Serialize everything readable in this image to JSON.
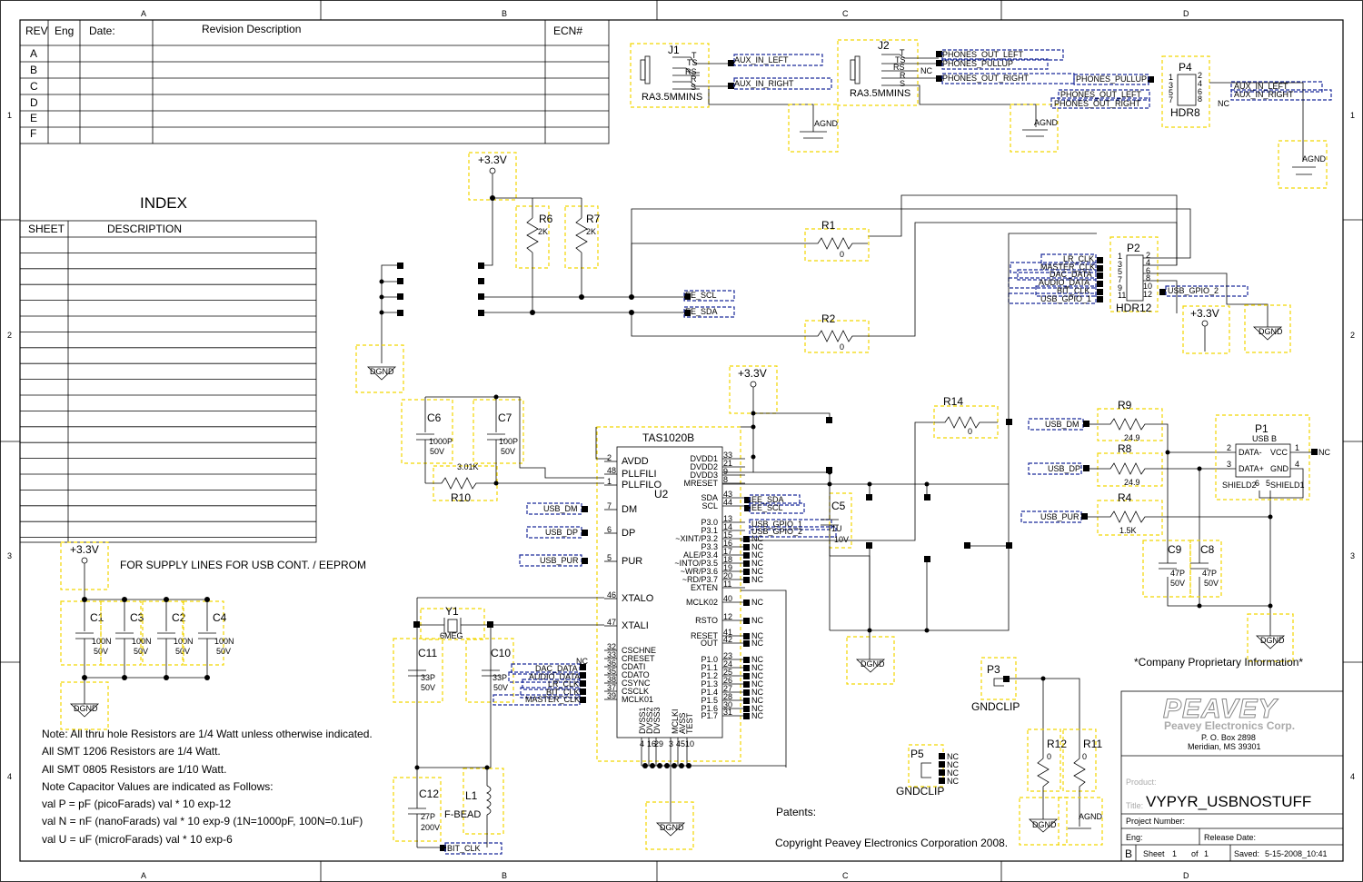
{
  "zones": {
    "cols": [
      "A",
      "B",
      "C",
      "D"
    ],
    "rows": [
      "1",
      "2",
      "3",
      "4"
    ]
  },
  "revision_table": {
    "headers": [
      "REV",
      "Eng",
      "Date:",
      "Revision Description",
      "ECN#"
    ],
    "revs": [
      "A",
      "B",
      "C",
      "D",
      "E",
      "F"
    ]
  },
  "index": {
    "title": "INDEX",
    "headers": [
      "SHEET",
      "DESCRIPTION"
    ]
  },
  "components": {
    "J1": {
      "ref": "J1",
      "part": "RA3.5MMINS",
      "pins": [
        "T",
        "TS",
        "RS",
        "R",
        "S"
      ]
    },
    "J2": {
      "ref": "J2",
      "part": "RA3.5MMINS",
      "pins": [
        "T",
        "TS",
        "RS",
        "R",
        "S"
      ],
      "nc": "NC"
    },
    "P4": {
      "ref": "P4",
      "part": "HDR8",
      "pins": [
        "1",
        "2",
        "3",
        "4",
        "5",
        "6",
        "7",
        "8"
      ],
      "nc": "NC"
    },
    "P2": {
      "ref": "P2",
      "part": "HDR12",
      "pins": [
        "1",
        "2",
        "3",
        "4",
        "5",
        "6",
        "7",
        "8",
        "9",
        "10",
        "11",
        "12"
      ]
    },
    "R1": {
      "ref": "R1",
      "value": "0"
    },
    "R2": {
      "ref": "R2",
      "value": "0"
    },
    "R6": {
      "ref": "R6",
      "value": "2K"
    },
    "R7": {
      "ref": "R7",
      "value": "2K"
    },
    "R10": {
      "ref": "R10",
      "value": "3.01K"
    },
    "R14": {
      "ref": "R14",
      "value": "0"
    },
    "R9": {
      "ref": "R9",
      "value": "24.9"
    },
    "R8": {
      "ref": "R8",
      "value": "24.9"
    },
    "R4": {
      "ref": "R4",
      "value": "1.5K"
    },
    "R12": {
      "ref": "R12",
      "value": "0"
    },
    "R11": {
      "ref": "R11",
      "value": "0"
    },
    "C6": {
      "ref": "C6",
      "value": "1000P",
      "volt": "50V"
    },
    "C7": {
      "ref": "C7",
      "value": "100P",
      "volt": "50V"
    },
    "C5": {
      "ref": "C5",
      "value": "1U",
      "volt": "10V"
    },
    "C1": {
      "ref": "C1",
      "value": "100N",
      "volt": "50V"
    },
    "C3": {
      "ref": "C3",
      "value": "100N",
      "volt": "50V"
    },
    "C2": {
      "ref": "C2",
      "value": "100N",
      "volt": "50V"
    },
    "C4": {
      "ref": "C4",
      "value": "100N",
      "volt": "50V"
    },
    "C11": {
      "ref": "C11",
      "value": "33P",
      "volt": "50V"
    },
    "C10": {
      "ref": "C10",
      "value": "33P",
      "volt": "50V"
    },
    "C12": {
      "ref": "C12",
      "value": "27P",
      "volt": "200V"
    },
    "C9": {
      "ref": "C9",
      "value": "47P",
      "volt": "50V"
    },
    "C8": {
      "ref": "C8",
      "value": "47P",
      "volt": "50V"
    },
    "Y1": {
      "ref": "Y1",
      "value": "6MEG"
    },
    "L1": {
      "ref": "L1",
      "value": "F-BEAD"
    },
    "P1": {
      "ref": "P1",
      "part": "USB B",
      "pins": [
        "DATA-",
        "VCC",
        "DATA+",
        "GND",
        "SHIELD2",
        "SHIELD1"
      ],
      "nums": [
        "2",
        "1",
        "3",
        "4",
        "6",
        "5"
      ],
      "nc": "NC"
    },
    "P3": {
      "ref": "P3",
      "part": "GNDCLIP"
    },
    "P5": {
      "ref": "P5",
      "part": "GNDCLIP",
      "nc": "NC"
    }
  },
  "u2": {
    "part": "TAS1020B",
    "ref": "U2",
    "left_pins": [
      {
        "num": "2",
        "name": "AVDD"
      },
      {
        "num": "48",
        "name": "PLLFILI"
      },
      {
        "num": "1",
        "name": "PLLFILO"
      },
      {
        "num": "7",
        "name": "DM"
      },
      {
        "num": "6",
        "name": "DP"
      },
      {
        "num": "5",
        "name": "PUR"
      },
      {
        "num": "46",
        "name": "XTALO"
      },
      {
        "num": "47",
        "name": "XTALI"
      },
      {
        "num": "32",
        "name": "CSCHNE"
      },
      {
        "num": "33",
        "name": "CRESET"
      },
      {
        "num": "36",
        "name": "CDATI"
      },
      {
        "num": "35",
        "name": "CDATO"
      },
      {
        "num": "38",
        "name": "CSYNC"
      },
      {
        "num": "37",
        "name": "CSCLK"
      },
      {
        "num": "39",
        "name": "MCLK01"
      }
    ],
    "right_pins": [
      {
        "num": "33",
        "name": "DVDD1"
      },
      {
        "num": "21",
        "name": "DVDD2"
      },
      {
        "num": "9",
        "name": "DVDD3"
      },
      {
        "num": "8",
        "name": "MRESET"
      },
      {
        "num": "43",
        "name": "SDA"
      },
      {
        "num": "44",
        "name": "SCL"
      },
      {
        "num": "13",
        "name": "P3.0"
      },
      {
        "num": "14",
        "name": "P3.1"
      },
      {
        "num": "15",
        "name": "~XINT/P3.2"
      },
      {
        "num": "16",
        "name": "P3.3"
      },
      {
        "num": "17",
        "name": "ALE/P3.4"
      },
      {
        "num": "18",
        "name": "~INTO/P3.5"
      },
      {
        "num": "19",
        "name": "~WR/P3.6"
      },
      {
        "num": "20",
        "name": "~RD/P3.7"
      },
      {
        "num": "11",
        "name": "EXTEN"
      },
      {
        "num": "40",
        "name": "MCLK02"
      },
      {
        "num": "12",
        "name": "RSTO"
      },
      {
        "num": "41",
        "name": "RESET"
      },
      {
        "num": "42",
        "name": "OUT"
      },
      {
        "num": "23",
        "name": "P1.0"
      },
      {
        "num": "24",
        "name": "P1.1"
      },
      {
        "num": "25",
        "name": "P1.2"
      },
      {
        "num": "26",
        "name": "P1.3"
      },
      {
        "num": "27",
        "name": "P1.4"
      },
      {
        "num": "28",
        "name": "P1.5"
      },
      {
        "num": "30",
        "name": "P1.6"
      },
      {
        "num": "31",
        "name": "P1.7"
      }
    ],
    "bottom_pins": [
      {
        "num": "4",
        "name": "DVSS1"
      },
      {
        "num": "16",
        "name": "DVSS2"
      },
      {
        "num": "29",
        "name": "DVSS3"
      },
      {
        "num": "3",
        "name": "MCLKI"
      },
      {
        "num": "45",
        "name": "AVSS"
      },
      {
        "num": "10",
        "name": "TEST"
      }
    ]
  },
  "nets": {
    "aux_in_left": "AUX_IN_LEFT",
    "aux_in_right": "AUX_IN_RIGHT",
    "phones_out_left": "PHONES_OUT_LEFT",
    "phones_pullup": "PHONES_PULLUP",
    "phones_out_right": "PHONES_OUT_RIGHT",
    "ee_scl": "EE_SCL",
    "ee_sda": "EE_SDA",
    "lr_clk": "LR_CLK",
    "master_clk": "MASTER_CLK",
    "dac_data": "DAC_DATA",
    "audio_data": "AUDIO_DATA",
    "bit_clk": "BIT_CLK",
    "usb_gpio_1": "USB_GPIO_1",
    "usb_gpio_2": "USB_GPIO_2",
    "usb_dm": "USB_DM",
    "usb_dp": "USB_DP",
    "usb_pur": "USB_PUR",
    "nc": "NC"
  },
  "power": {
    "v33": "+3.3V",
    "agnd": "AGND",
    "dgnd": "DGND"
  },
  "notes": {
    "supply": "FOR SUPPLY LINES FOR USB CONT. / EEPROM",
    "lines": [
      "Note: All thru hole Resistors are 1/4 Watt unless otherwise indicated.",
      "All SMT 1206 Resistors are 1/4 Watt.",
      "All SMT 0805 Resistors are 1/10 Watt.",
      "Note Capacitor Values are indicated as Follows:",
      "val P = pF (picoFarads) val * 10 exp-12",
      "val N = nF (nanoFarads) val * 10 exp-9 (1N=1000pF, 100N=0.1uF)",
      "val U = uF (microFarads) val * 10 exp-6"
    ],
    "patents": "Patents:",
    "copyright": "Copyright Peavey Electronics Corporation 2008.",
    "proprietary": "*Company Proprietary Information*"
  },
  "title_block": {
    "logo": "PEAVEY",
    "company": "Peavey Electronics Corp.",
    "address1": "P. O. Box 2898",
    "address2": "Meridian, MS 39301",
    "product_label": "Product:",
    "title_label": "Title:",
    "title": "VYPYR_USBNOSTUFF",
    "project_label": "Project Number:",
    "eng_label": "Eng:",
    "release_label": "Release Date:",
    "rev": "B",
    "sheet_label": "Sheet",
    "sheet": "1",
    "of_label": "of",
    "of": "1",
    "saved_label": "Saved:",
    "saved": "5-15-2008_10:41"
  }
}
